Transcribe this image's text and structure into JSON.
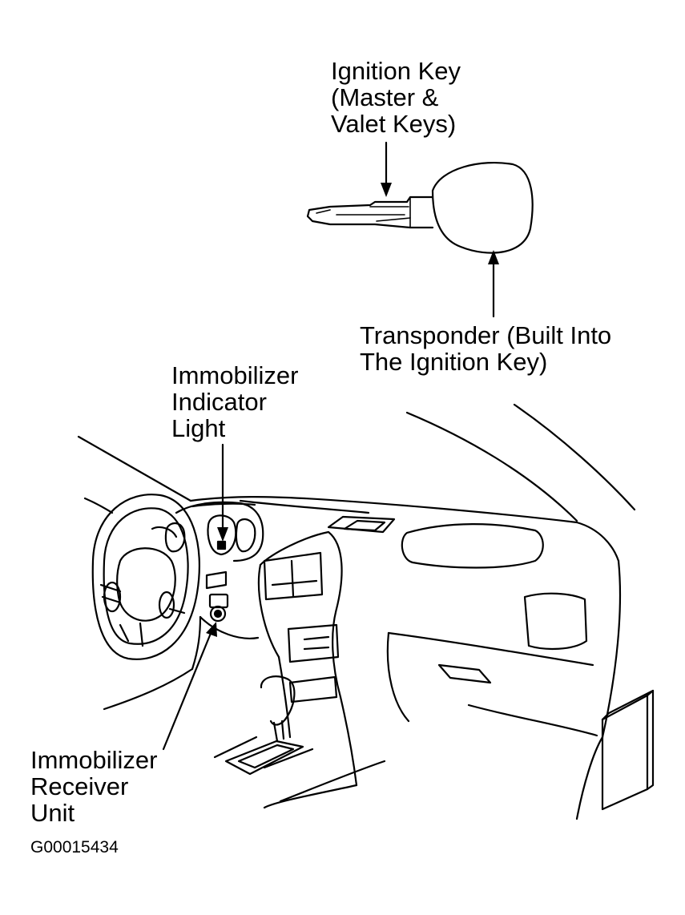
{
  "labels": {
    "ignition_key": [
      "Ignition Key",
      "(Master &",
      "Valet Keys)"
    ],
    "transponder": [
      "Transponder (Built Into",
      "The Ignition Key)"
    ],
    "indicator_light": [
      "Immobilizer",
      "Indicator",
      "Light"
    ],
    "receiver_unit": [
      "Immobilizer",
      "Receiver",
      "Unit"
    ]
  },
  "figure_id": "G00015434"
}
